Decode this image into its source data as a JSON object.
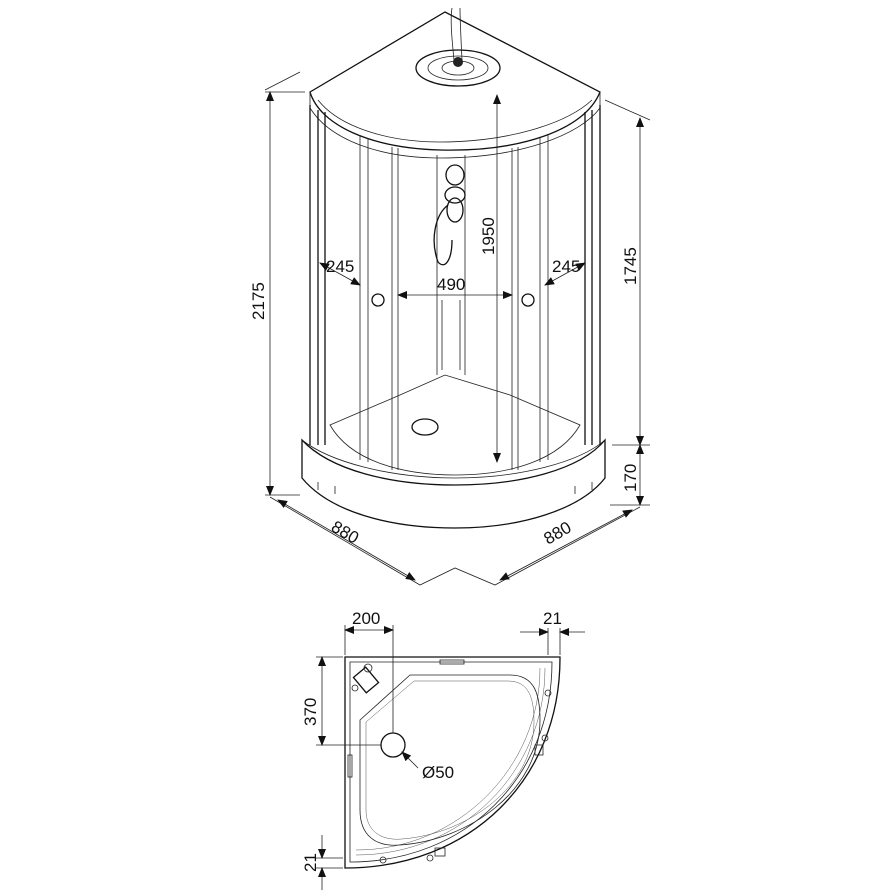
{
  "dimensions": {
    "total_height": "2175",
    "cabin_height": "1745",
    "tray_height": "170",
    "inner_height": "1950",
    "door_width": "490",
    "side_left": "245",
    "side_right": "245",
    "depth_left": "880",
    "depth_right": "880",
    "drain_offset_x": "200",
    "drain_offset_y": "370",
    "drain_diameter": "Ø50",
    "wall_gap_top": "21",
    "wall_gap_left": "21"
  },
  "colors": {
    "line": "#111111",
    "background": "#ffffff"
  }
}
